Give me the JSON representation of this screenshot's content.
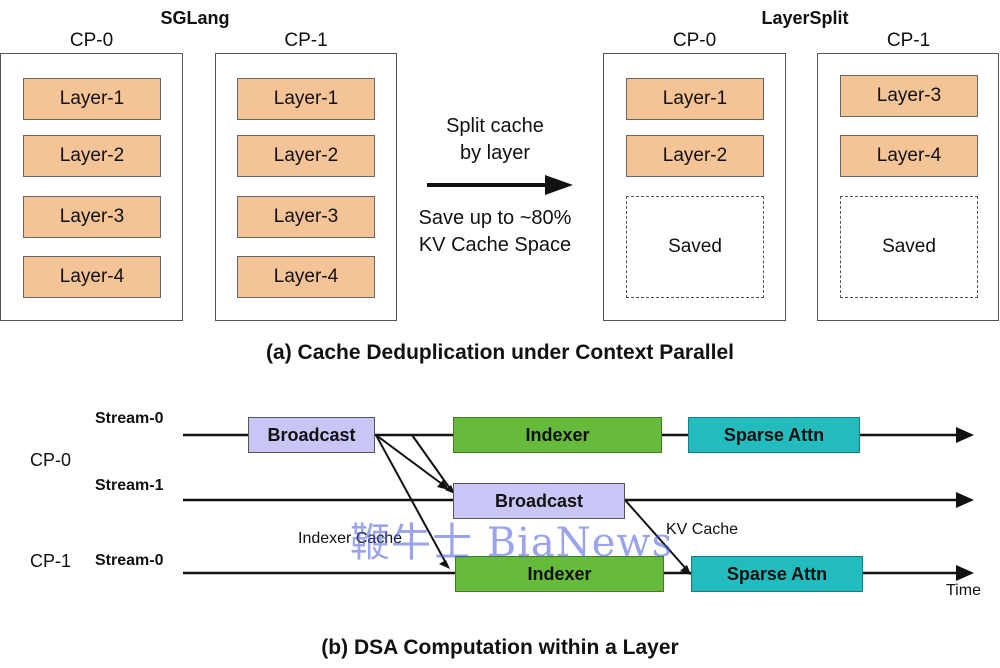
{
  "part_a": {
    "left_title": "SGLang",
    "right_title": "LayerSplit",
    "left_columns": [
      {
        "label": "CP-0",
        "layers": [
          "Layer-1",
          "Layer-2",
          "Layer-3",
          "Layer-4"
        ]
      },
      {
        "label": "CP-1",
        "layers": [
          "Layer-1",
          "Layer-2",
          "Layer-3",
          "Layer-4"
        ]
      }
    ],
    "right_columns": [
      {
        "label": "CP-0",
        "layers": [
          "Layer-1",
          "Layer-2"
        ],
        "saved": "Saved"
      },
      {
        "label": "CP-1",
        "layers": [
          "Layer-3",
          "Layer-4"
        ],
        "saved": "Saved"
      }
    ],
    "arrow_text_top": [
      "Split cache",
      "by layer"
    ],
    "arrow_text_bottom": [
      "Save up to ~80%",
      "KV Cache Space"
    ],
    "caption": "(a) Cache Deduplication under Context Parallel"
  },
  "part_b": {
    "cp0_label": "CP-0",
    "cp1_label": "CP-1",
    "stream0_label": "Stream-0",
    "stream1_label": "Stream-1",
    "stream0b_label": "Stream-0",
    "broadcast_label": "Broadcast",
    "indexer_label": "Indexer",
    "sparse_label": "Sparse Attn",
    "indexer_cache_note": "Indexer Cache",
    "kv_cache_note": "KV Cache",
    "time_label": "Time",
    "caption": "(b) DSA Computation within a Layer"
  },
  "watermark": "鞭牛士 BiaNews",
  "colors": {
    "layer_fill": "#f4c396",
    "broadcast_fill": "#c9c6f7",
    "indexer_fill": "#66bb3a",
    "sparse_fill": "#22bcbf"
  }
}
